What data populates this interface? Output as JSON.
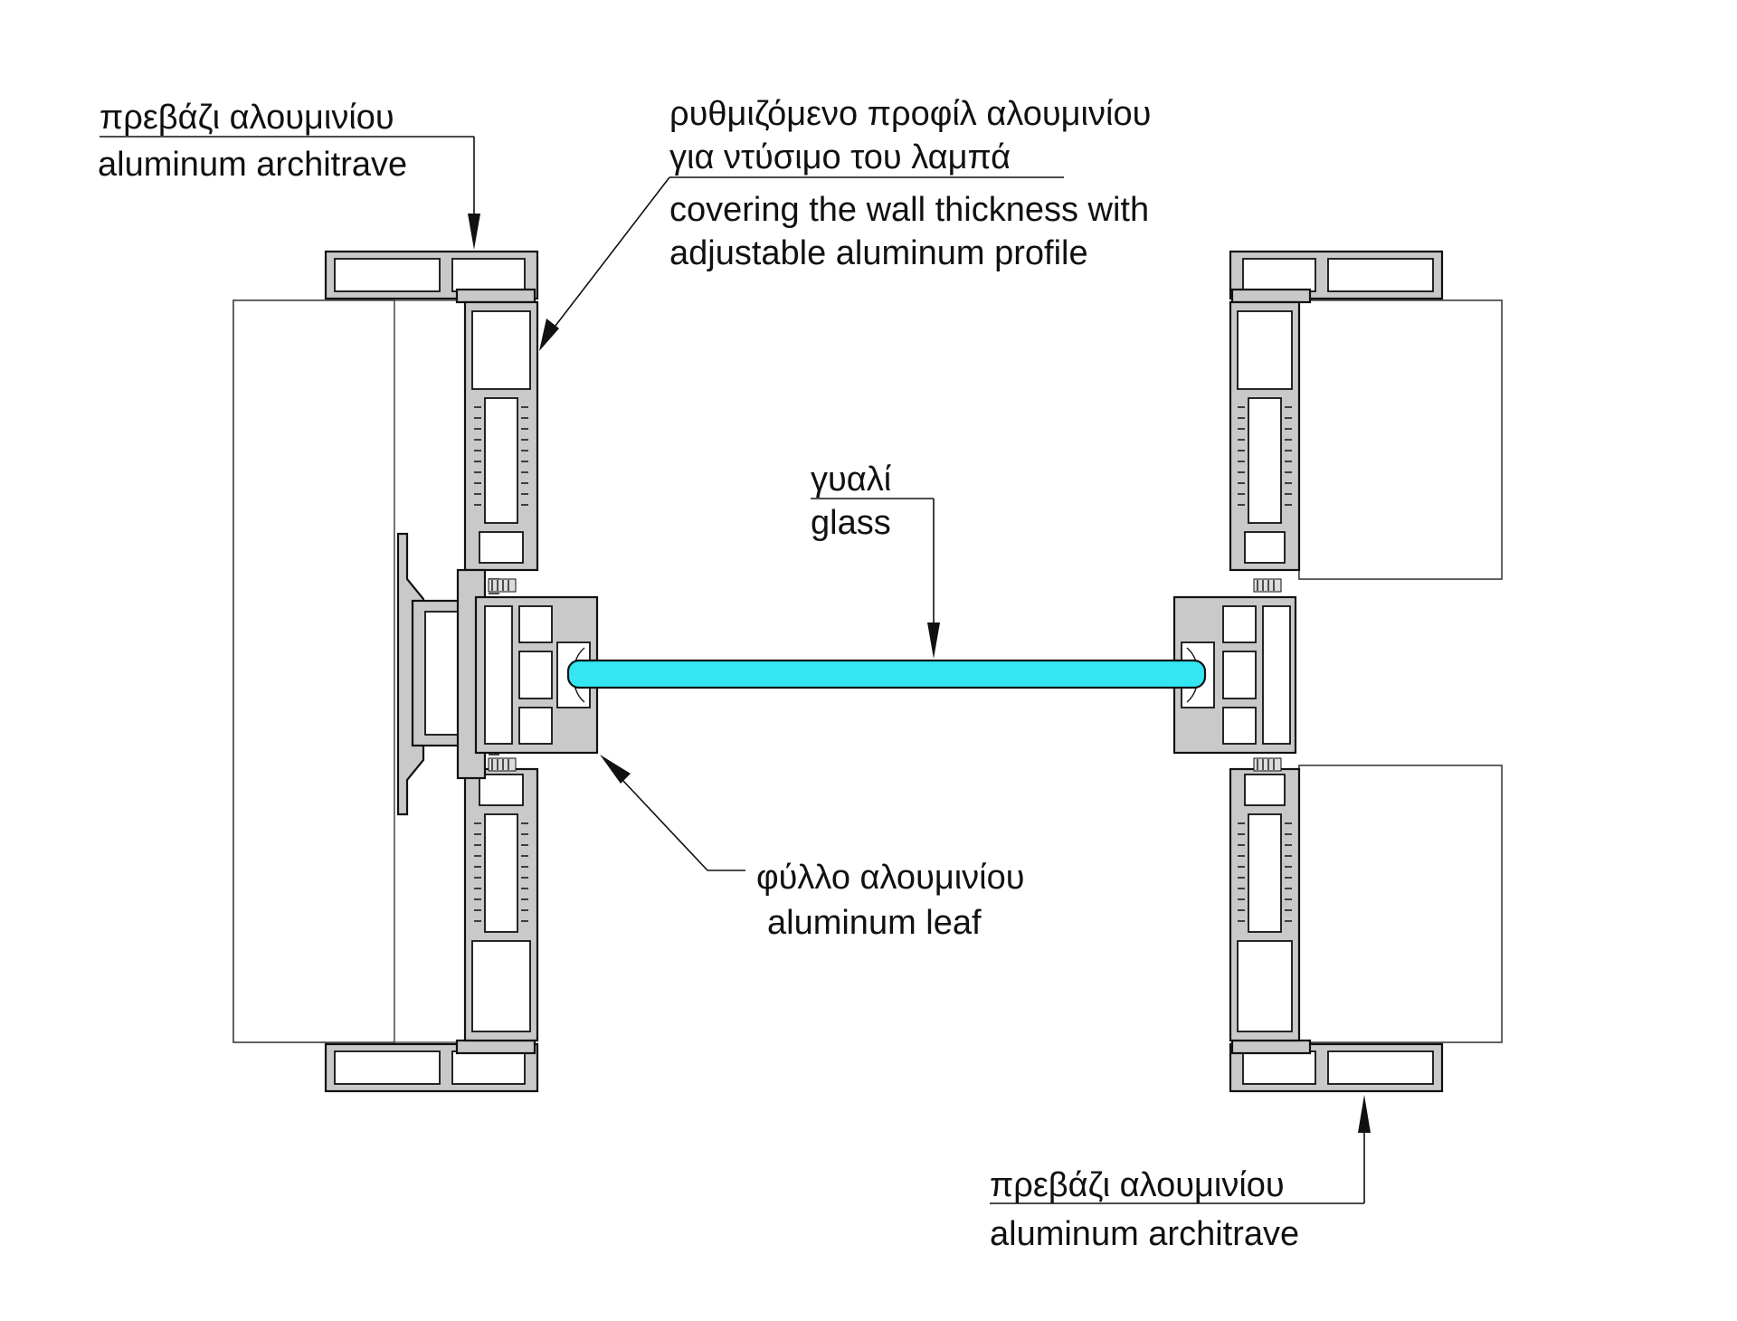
{
  "labels": {
    "architrave_top_gr": "πρεβάζι αλουμινίου",
    "architrave_top_en": "aluminum architrave",
    "profile_gr_1": "ρυθμιζόμενο προφίλ αλουμινίου",
    "profile_gr_2": "για ντύσιμο του λαμπά",
    "profile_en_1": "covering the wall thickness with",
    "profile_en_2": "adjustable aluminum profile",
    "glass_gr": "γυαλί",
    "glass_en": "glass",
    "leaf_gr": "φύλλο αλουμινίου",
    "leaf_en": "aluminum leaf",
    "architrave_bottom_gr": "πρεβάζι αλουμινίου",
    "architrave_bottom_en": "aluminum architrave"
  },
  "colors": {
    "glass": "#33e6f2",
    "profile": "#c9c9c9",
    "line": "#111111",
    "background": "#ffffff"
  }
}
